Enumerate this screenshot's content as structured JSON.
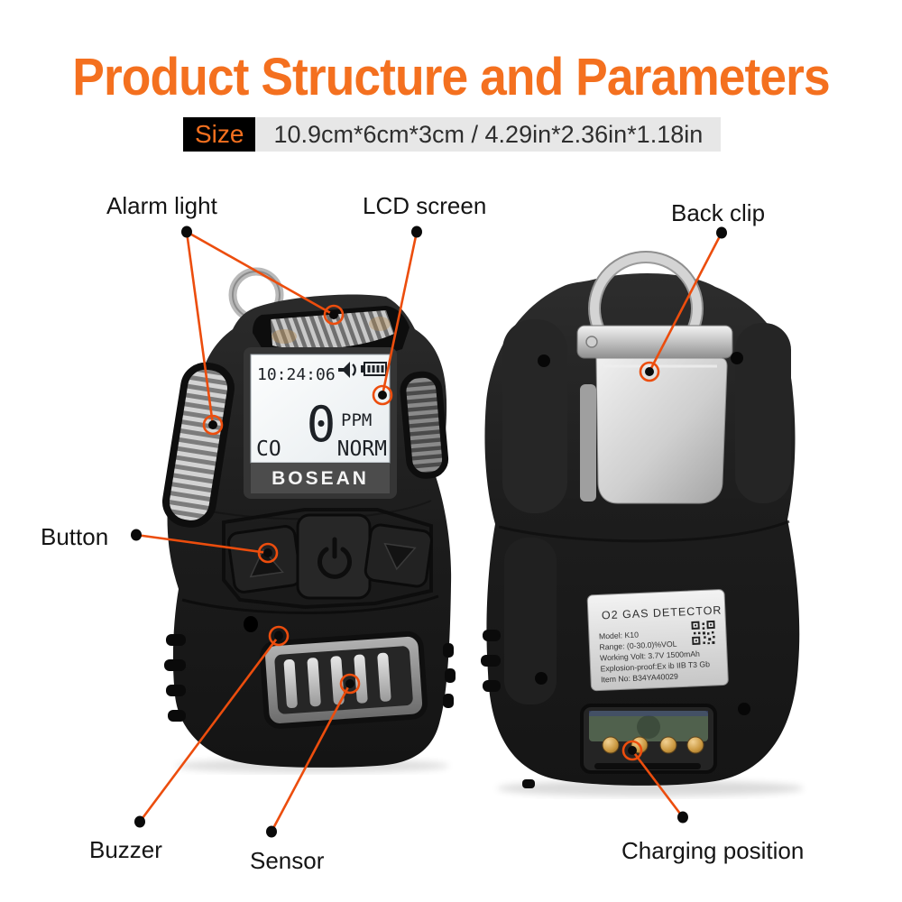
{
  "title": "Product Structure and Parameters",
  "size": {
    "label": "Size",
    "value": "10.9cm*6cm*3cm / 4.29in*2.36in*1.18in"
  },
  "annotations": {
    "alarm_light": "Alarm light",
    "lcd_screen": "LCD screen",
    "back_clip": "Back clip",
    "button": "Button",
    "buzzer": "Buzzer",
    "sensor": "Sensor",
    "charging_position": "Charging position"
  },
  "front_device": {
    "brand": "BOSEAN",
    "lcd": {
      "time": "10:24:06",
      "reading": "0",
      "unit": "PPM",
      "gas": "CO",
      "status": "NORM"
    }
  },
  "back_device": {
    "spec_label": {
      "title": "O2 GAS DETECTOR",
      "lines": [
        "Model:  K10",
        "Range:  (0-30.0)%VOL",
        "Working Volt:  3.7V 1500mAh",
        "Explosion-proof:Ex ib IIB T3 Gb",
        "Item No: B34YA40029"
      ]
    }
  },
  "colors": {
    "title_orange": "#f4701f",
    "leader_line_orange": "#ec4d0d",
    "size_label_bg": "#000000",
    "size_value_bg": "#e7e7e7",
    "background": "#ffffff"
  }
}
